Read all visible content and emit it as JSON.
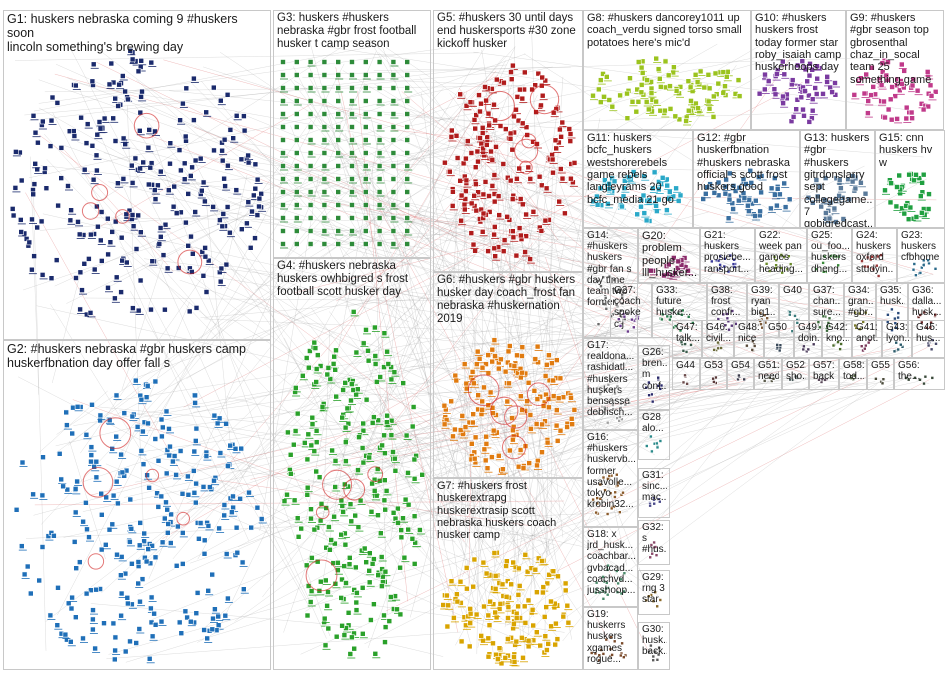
{
  "graph": {
    "groups": [
      {
        "id": "G1",
        "label": "G1: huskers nebraska coming 9 #huskers soon\nlincoln something's brewing day",
        "color": "#1a2a6c",
        "size": "xl"
      },
      {
        "id": "G2",
        "label": "G2: #huskers nebraska #gbr huskers camp\nhuskerfbnation day offer fall s",
        "color": "#1f6fb8",
        "size": "xl"
      },
      {
        "id": "G3",
        "label": "G3: huskers #huskers\nnebraska #gbr frost football\nhusker t camp season",
        "color": "#2e8b3a",
        "size": "lg"
      },
      {
        "id": "G4",
        "label": "G4: #huskers nebraska\nhuskers owhbigred s frost\nfootball scott husker day",
        "color": "#2aa12a",
        "size": "lg"
      },
      {
        "id": "G5",
        "label": "G5: #huskers 30 until days\nend huskersports #30 zone\nkickoff husker",
        "color": "#b01c1c",
        "size": "lg"
      },
      {
        "id": "G6",
        "label": "G6: #huskers #gbr huskers\nhusker day coach_frost fan\nnebraska #huskernation\n2019",
        "color": "#e07b10",
        "size": "lg"
      },
      {
        "id": "G7",
        "label": "G7: #huskers frost\nhuskerextrapg\nhuskerextrasip scott\nnebraska huskers coach\nhusker camp",
        "color": "#d9a400",
        "size": "md"
      },
      {
        "id": "G8",
        "label": "G8: #huskers dancorey1011 up\ncoach_verdu signed torso small\npotatoes here's mic'd",
        "color": "#9bc31e",
        "size": "md"
      },
      {
        "id": "G9",
        "label": "G9: #huskers\n#gbr season top\ngbrosenthal\nchaz_in_socal\nteam 25\nsomething game",
        "color": "#c03a8a",
        "size": "md"
      },
      {
        "id": "G10",
        "label": "G10: #huskers\nhuskers frost\ntoday former star\nroby_isaiah camp\nhuskerhoops day",
        "color": "#7a3aa0",
        "size": "md"
      },
      {
        "id": "G11",
        "label": "G11: huskers\nbcfc_huskers\nwestshorerebels\ngame rebels\nlangleyrams 20\nbcfc_media 21 go",
        "color": "#2aa8c8",
        "size": "md"
      },
      {
        "id": "G12",
        "label": "G12: #gbr\nhuskerfbnation\n#huskers nebraska\nofficial s scott frost\nhuskers good",
        "color": "#3a6fa0",
        "size": "md"
      },
      {
        "id": "G13",
        "label": "G13: huskers\n#gbr #huskers\ngitrdonslarry\nsept\ncollegegame...\n7\ngobigredcast...",
        "color": "#5a7a9a",
        "size": "md"
      },
      {
        "id": "G14",
        "label": "G14:\n#huskers\nhuskers\n#gbr fan s\nday time\nteam two\nformer",
        "color": "#6a6a6a",
        "size": "md"
      },
      {
        "id": "G15",
        "label": "G15: cnn\nhuskers hv\nw",
        "color": "#20a040",
        "size": "md"
      },
      {
        "id": "G16",
        "label": "G16:\n#huskers\nhuskervb...\nformer\nusavolle...\ntokyo\nkrobin32...",
        "color": "#8a5a2a",
        "size": "md"
      },
      {
        "id": "G17",
        "label": "G17:\nrealdona...\nrashidatl...\n#huskers\nhuskers\nbensasse\ndebfisch...",
        "color": "#a0a0a0",
        "size": "md"
      },
      {
        "id": "G18",
        "label": "G18: x\njrd_husk...\ncoachbar...\ngvbacad...\ncoachvd...\njusshoop...",
        "color": "#4a8a6a",
        "size": "md"
      },
      {
        "id": "G19",
        "label": "G19:\nhuskerrs\nhuskers\nxgames\nrogue...",
        "color": "#7a4a2a",
        "size": "md"
      },
      {
        "id": "G20",
        "label": "G20:\nproblem\npeople\nlll_husker...",
        "color": "#8a2a6a",
        "size": "md"
      },
      {
        "id": "G21",
        "label": "G21:\nhuskers\nprosiebe...\nransport...",
        "color": "#3a3a9a",
        "size": "md"
      },
      {
        "id": "G22",
        "label": "G22:\nweek pan\ngames\nheading...",
        "color": "#6a8a2a",
        "size": "md"
      },
      {
        "id": "G23",
        "label": "G23:\nhuskers\ncfbhome",
        "color": "#2a6a8a",
        "size": "md"
      },
      {
        "id": "G24",
        "label": "G24:\nhuskers\noxford\nstudyin...go...",
        "color": "#9a3a3a",
        "size": "md"
      },
      {
        "id": "G25",
        "label": "G25:\nou_foo...\nhuskers\ndheng...",
        "color": "#3a8a3a",
        "size": "md"
      },
      {
        "id": "G26",
        "label": "G26:\nbren...\nm\nconf...",
        "color": "#2a2a6a",
        "size": "md"
      },
      {
        "id": "G27",
        "label": "G27:\ncoach\nspoke\nc j",
        "color": "#6a3a8a",
        "size": "md"
      },
      {
        "id": "G28",
        "label": "G28\nalo...",
        "color": "#2a8a8a",
        "size": "md"
      },
      {
        "id": "G29",
        "label": "G29:\nrng 3\nstar",
        "color": "#8a6a2a",
        "size": "md"
      },
      {
        "id": "G30",
        "label": "G30:\nhusk...\nback...",
        "color": "#5a5a5a",
        "size": "md"
      },
      {
        "id": "G31",
        "label": "G31:\nsinc...\nmac...",
        "color": "#4a4a8a",
        "size": "md"
      },
      {
        "id": "G32",
        "label": "G32:\ns\n#hus...",
        "color": "#8a4a6a",
        "size": "md"
      },
      {
        "id": "G33",
        "label": "G33:\nfuture\nhuske...",
        "color": "#2a7a4a",
        "size": "md"
      },
      {
        "id": "G34",
        "label": "G34:\ngran...\n#gbr...",
        "color": "#7a7a2a",
        "size": "md"
      },
      {
        "id": "G35",
        "label": "G35:\nhusk...",
        "color": "#2a4a7a",
        "size": "md"
      },
      {
        "id": "G36",
        "label": "G36:\ndalla...\nhusk...",
        "color": "#6a2a2a",
        "size": "md"
      },
      {
        "id": "G37",
        "label": "G37:\nchan...\nsure...",
        "color": "#3a6a3a",
        "size": "md"
      },
      {
        "id": "G38",
        "label": "G38:\nfrost\nconfi...",
        "color": "#5a3a7a",
        "size": "md"
      },
      {
        "id": "G39",
        "label": "G39:\nryan\nbig1...",
        "color": "#7a5a3a",
        "size": "md"
      },
      {
        "id": "G40",
        "label": "G40",
        "color": "#3a7a7a",
        "size": "md"
      },
      {
        "id": "G41",
        "label": "G41:\nanot...",
        "color": "#7a3a5a",
        "size": "md"
      },
      {
        "id": "G42",
        "label": "G42:\nkno...",
        "color": "#4a6a2a",
        "size": "md"
      },
      {
        "id": "G43",
        "label": "G43:\nlyon...",
        "color": "#2a5a6a",
        "size": "md"
      },
      {
        "id": "G44",
        "label": "G44",
        "color": "#6a4a4a",
        "size": "md"
      },
      {
        "id": "G45",
        "label": "G45:\nhus...",
        "color": "#4a4a6a",
        "size": "md"
      },
      {
        "id": "G46",
        "label": "G46:\ncivil...",
        "color": "#6a6a3a",
        "size": "md"
      },
      {
        "id": "G47",
        "label": "G47:\ntalk...",
        "color": "#3a5a4a",
        "size": "md"
      },
      {
        "id": "G48",
        "label": "G48:\nnice",
        "color": "#5a4a3a",
        "size": "md"
      },
      {
        "id": "G49",
        "label": "G49:\ndoin...",
        "color": "#4a3a5a",
        "size": "md"
      },
      {
        "id": "G50",
        "label": "G50",
        "color": "#3a4a5a",
        "size": "md"
      },
      {
        "id": "G51",
        "label": "G51:\nneed",
        "color": "#5a5a4a",
        "size": "md"
      },
      {
        "id": "G52",
        "label": "G52:\nsho...",
        "color": "#4a5a5a",
        "size": "md"
      },
      {
        "id": "G53",
        "label": "G53",
        "color": "#5a3a3a",
        "size": "md"
      },
      {
        "id": "G54",
        "label": "G54",
        "color": "#3a3a4a",
        "size": "md"
      },
      {
        "id": "G55",
        "label": "G55",
        "color": "#4a4a3a",
        "size": "md"
      },
      {
        "id": "G56",
        "label": "G56:\nthe...",
        "color": "#3a4a3a",
        "size": "md"
      },
      {
        "id": "G57",
        "label": "G57:\nback",
        "color": "#5a4a5a",
        "size": "md"
      },
      {
        "id": "G58",
        "label": "G58:\ntod...",
        "color": "#4a5a3a",
        "size": "md"
      }
    ]
  }
}
